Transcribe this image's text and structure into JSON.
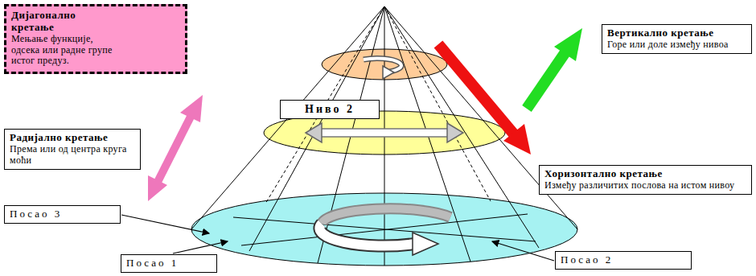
{
  "diagram": {
    "nodes": [
      {
        "text": [
          "Дијагонално кретање",
          "Мењање функције, одсека или радне групе истог предуз."
        ]
      },
      {
        "text": [
          "Вертикално кретање",
          "Горе или доле између нивоа"
        ]
      },
      {
        "text": [
          "Ниво 2"
        ]
      },
      {
        "text": [
          "Радијално кретање",
          "Према или од центра круга моћи"
        ]
      },
      {
        "text": [
          "Хоризонтално кретање",
          "Између различитих послова на истом нивоу"
        ]
      },
      {
        "text": [
          "Посао 3"
        ]
      },
      {
        "text": [
          "Посао 2"
        ]
      },
      {
        "text": [
          "Посао 1"
        ]
      }
    ]
  }
}
